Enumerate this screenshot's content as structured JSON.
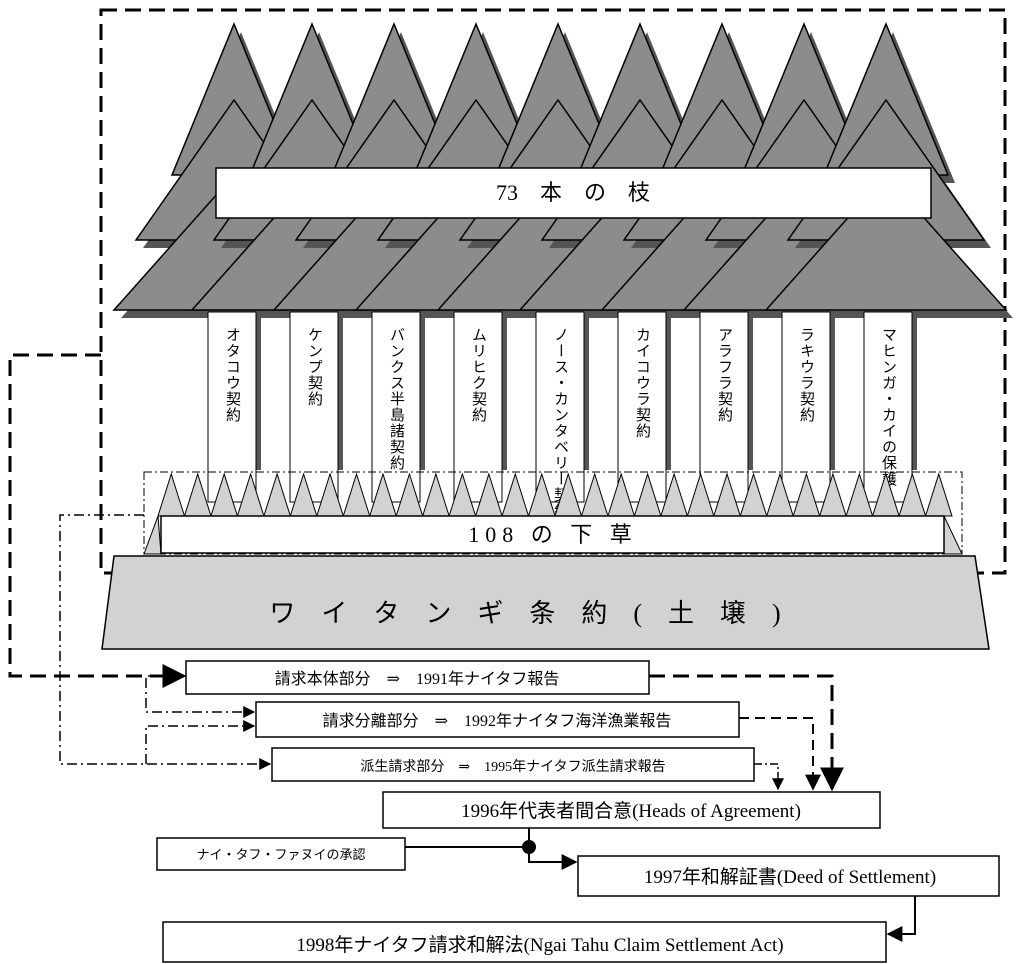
{
  "diagram": {
    "canopy_label": "73　本　の　枝",
    "undergrowth_label": "108 の 下 草",
    "soil_label": "ワ　イ　タ　ン　ギ　条　約　(　土　壌　)",
    "trunks": [
      {
        "label": "オタコウ契約"
      },
      {
        "label": "ケンプ契約"
      },
      {
        "label": "バンクス半島諸契約"
      },
      {
        "label": "ムリヒク契約"
      },
      {
        "label": "ノース・カンタベリー契約"
      },
      {
        "label": "カイコウラ契約"
      },
      {
        "label": "アラフラ契約"
      },
      {
        "label": "ラキウラ契約"
      },
      {
        "label": "マヒンガ・カイの保護"
      }
    ],
    "reports": {
      "main": "請求本体部分　⇒　1991年ナイタフ報告",
      "severed": "請求分離部分　⇒　1992年ナイタフ海洋漁業報告",
      "ancillary": "派生請求部分　⇒　1995年ナイタフ派生請求報告"
    },
    "agreement": "1996年代表者間合意(Heads of Agreement)",
    "approval": "ナイ・タフ・ファヌイの承認",
    "deed": "1997年和解証書(Deed of Settlement)",
    "act": "1998年ナイタフ請求和解法(Ngai Tahu Claim Settlement Act)"
  },
  "colors": {
    "tree_fill": "#8c8c8c",
    "tree_shadow": "#555555",
    "grass_fill": "#d2d2d2",
    "soil_fill": "#d2d2d2",
    "line": "#000000"
  }
}
